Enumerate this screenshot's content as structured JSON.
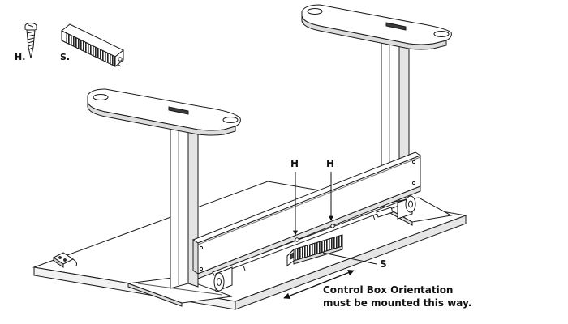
{
  "figure": {
    "parts": [
      {
        "key": "H",
        "label": "H.",
        "name": "screw"
      },
      {
        "key": "S",
        "label": "S.",
        "name": "control box"
      }
    ],
    "callouts": {
      "screw_left": "H",
      "screw_right": "H",
      "control_box": "S"
    },
    "note": {
      "line1": "Control Box Orientation",
      "line2": "must be mounted this way."
    },
    "colors": {
      "stroke": "#1a1a1a",
      "fill_light": "#ffffff",
      "fill_shade": "#d9d9d9",
      "fill_dark": "#3a3a3a"
    }
  }
}
